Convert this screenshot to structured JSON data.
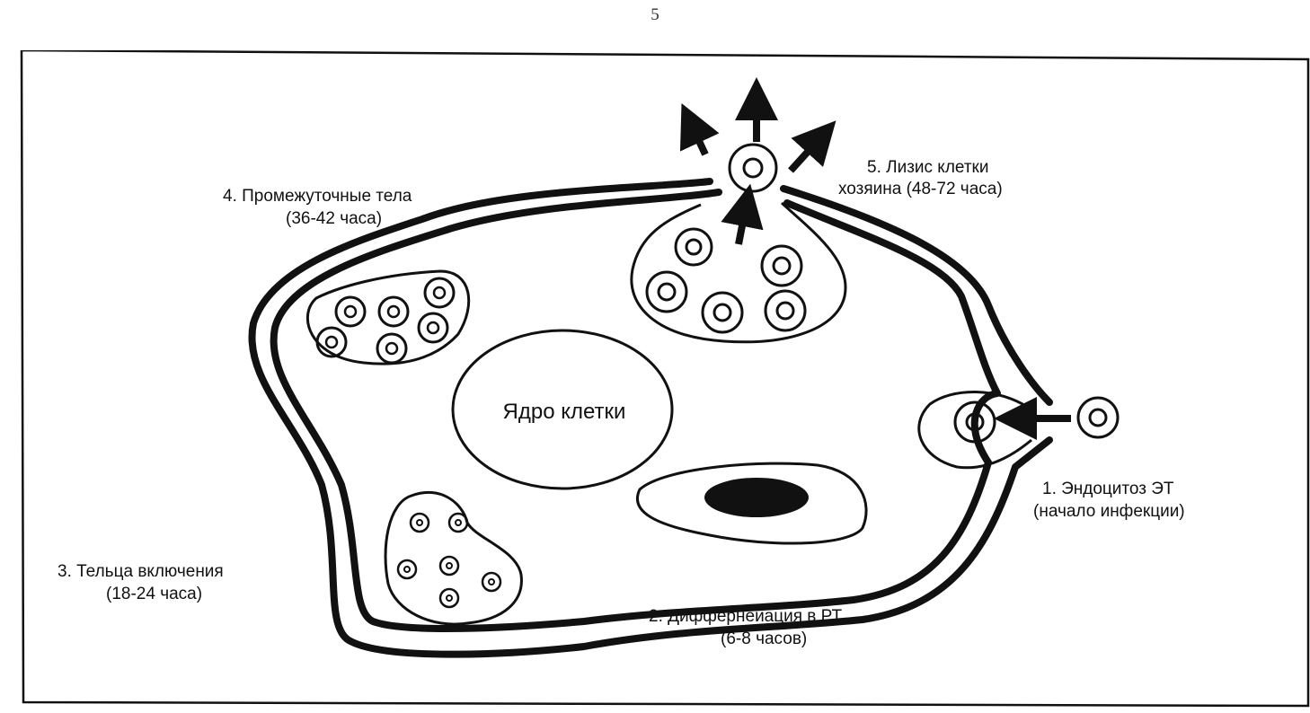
{
  "page": {
    "number": "5"
  },
  "diagram": {
    "nucleus_label": "Ядро клетки",
    "stages": [
      {
        "line1": "1. Эндоцитоз ЭТ",
        "line2": "(начало инфекции)"
      },
      {
        "line1": "2. Диффернеиация в РТ",
        "line2": "(6-8 часов)"
      },
      {
        "line1": "3. Тельца включения",
        "line2": "(18-24 часа)"
      },
      {
        "line1": "4. Промежуточные тела",
        "line2": "(36-42 часа)"
      },
      {
        "line1": "5. Лизис клетки",
        "line2": "хозяина (48-72 часа)"
      }
    ],
    "colors": {
      "ink": "#111111",
      "paper": "#ffffff"
    }
  }
}
